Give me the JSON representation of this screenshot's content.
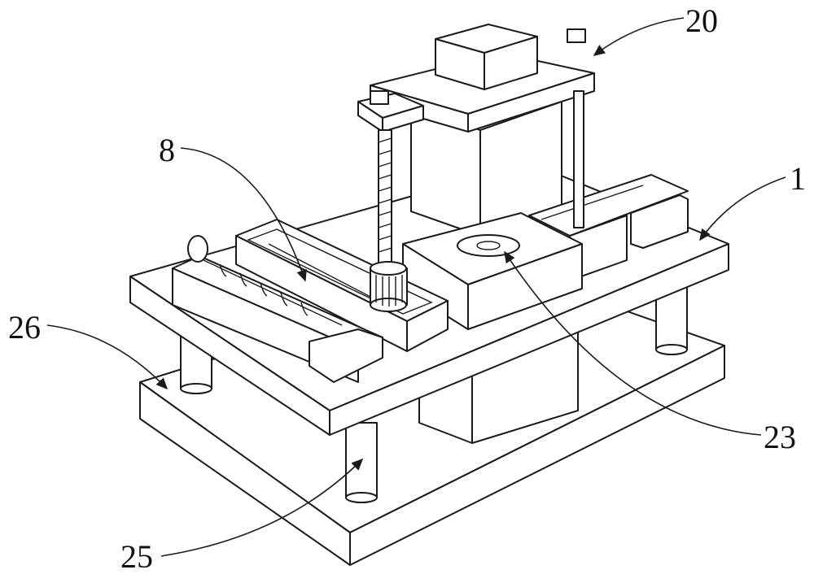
{
  "figure": {
    "labels": [
      {
        "id": "20",
        "text": "20"
      },
      {
        "id": "8",
        "text": "8"
      },
      {
        "id": "1",
        "text": "1"
      },
      {
        "id": "26",
        "text": "26"
      },
      {
        "id": "23",
        "text": "23"
      },
      {
        "id": "25",
        "text": "25"
      }
    ],
    "line_color": "#1a1a1a",
    "background": "#ffffff"
  }
}
